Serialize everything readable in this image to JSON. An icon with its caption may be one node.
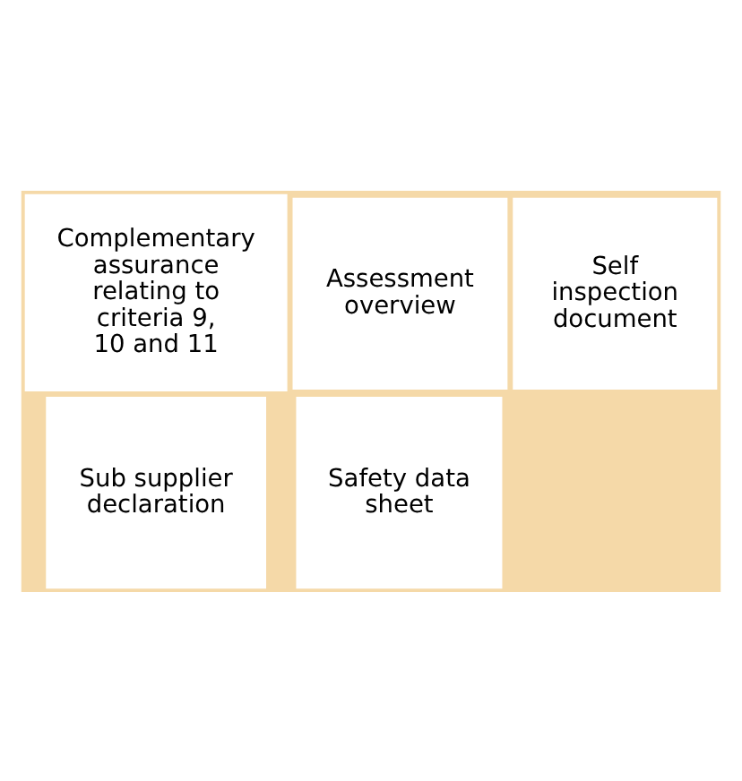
{
  "diagram": {
    "nodes": [
      {
        "text": [],
        "shape": "box"
      },
      {
        "text": [
          "Self inspection document"
        ],
        "in": 0
      },
      {
        "text": [
          "Assessment overview"
        ],
        "in": 0
      },
      {
        "text": [
          "Safety data sheet"
        ],
        "in": 0
      },
      {
        "text": [
          "Sub supplier declaration"
        ],
        "in": 0
      },
      {
        "text": [
          "Complementary assurance relating to criteria 9, 10 and 11"
        ],
        "in": 0
      }
    ],
    "edges": []
  }
}
